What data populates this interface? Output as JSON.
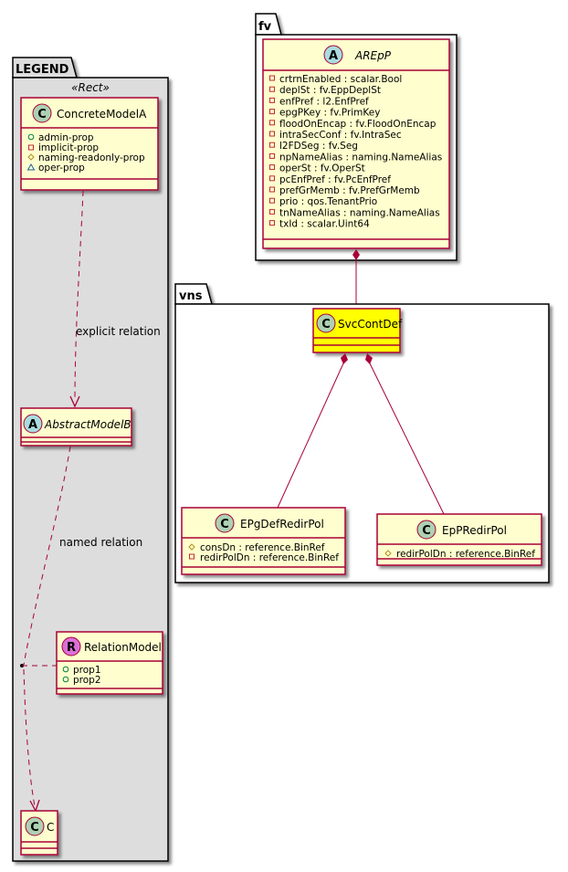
{
  "colors": {
    "class_fill": "#FEFECE",
    "class_border": "#A80036",
    "highlight_fill": "#FFFF00",
    "legend_fill": "#DDDDDD",
    "package_fill": "#FFFFFF",
    "circle_C": "#ADD1B2",
    "circle_A": "#A9DCDF",
    "circle_R": "#DA70D6",
    "edge": "#A80036"
  },
  "packages": {
    "legend": {
      "name": "LEGEND",
      "stereotype": "«Rect»"
    },
    "fv": {
      "name": "fv"
    },
    "vns": {
      "name": "vns"
    }
  },
  "legend": {
    "concrete": {
      "letter": "C",
      "name": "ConcreteModelA",
      "attributes": [
        {
          "visibility": "public",
          "text": "admin-prop"
        },
        {
          "visibility": "private",
          "text": "implicit-prop"
        },
        {
          "visibility": "protected",
          "text": "naming-readonly-prop"
        },
        {
          "visibility": "package",
          "text": "oper-prop"
        }
      ]
    },
    "abstract": {
      "letter": "A",
      "name": "AbstractModelB"
    },
    "relation": {
      "letter": "R",
      "name": "RelationModel",
      "attributes": [
        {
          "visibility": "public",
          "text": "prop1"
        },
        {
          "visibility": "public",
          "text": "prop2"
        }
      ]
    },
    "c": {
      "letter": "C",
      "name": "C"
    },
    "edges": {
      "explicit": "explicit relation",
      "named": "named relation"
    }
  },
  "fv": {
    "arepp": {
      "letter": "A",
      "name": "AREpP",
      "attributes": [
        {
          "visibility": "private",
          "text": "crtrnEnabled : scalar.Bool"
        },
        {
          "visibility": "private",
          "text": "deplSt : fv.EppDeplSt"
        },
        {
          "visibility": "private",
          "text": "enfPref : l2.EnfPref"
        },
        {
          "visibility": "private",
          "text": "epgPKey : fv.PrimKey"
        },
        {
          "visibility": "private",
          "text": "floodOnEncap : fv.FloodOnEncap"
        },
        {
          "visibility": "private",
          "text": "intraSecConf : fv.IntraSec"
        },
        {
          "visibility": "private",
          "text": "l2FDSeg : fv.Seg"
        },
        {
          "visibility": "private",
          "text": "npNameAlias : naming.NameAlias"
        },
        {
          "visibility": "private",
          "text": "operSt : fv.OperSt"
        },
        {
          "visibility": "private",
          "text": "pcEnfPref : fv.PcEnfPref"
        },
        {
          "visibility": "private",
          "text": "prefGrMemb : fv.PrefGrMemb"
        },
        {
          "visibility": "private",
          "text": "prio : qos.TenantPrio"
        },
        {
          "visibility": "private",
          "text": "tnNameAlias : naming.NameAlias"
        },
        {
          "visibility": "private",
          "text": "txId : scalar.Uint64"
        }
      ]
    }
  },
  "vns": {
    "svccontdef": {
      "letter": "C",
      "name": "SvcContDef"
    },
    "epgdefredirpol": {
      "letter": "C",
      "name": "EPgDefRedirPol",
      "attributes": [
        {
          "visibility": "protected",
          "text": "consDn : reference.BinRef"
        },
        {
          "visibility": "private",
          "text": "redirPolDn : reference.BinRef"
        }
      ]
    },
    "epredirpol": {
      "letter": "C",
      "name": "EpPRedirPol",
      "attributes": [
        {
          "visibility": "protected",
          "text": "redirPolDn : reference.BinRef"
        }
      ]
    }
  }
}
